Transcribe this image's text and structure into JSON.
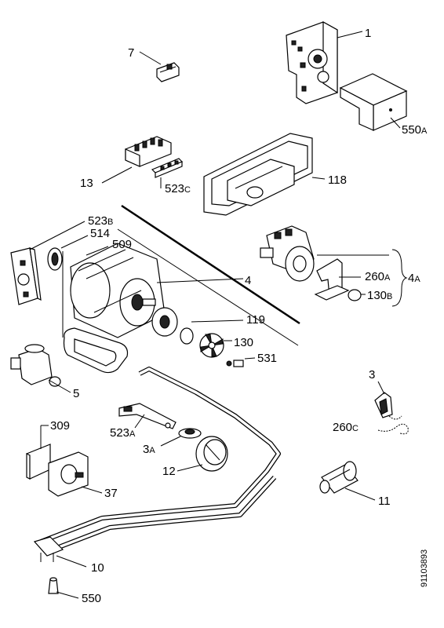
{
  "labels": {
    "p1": "1",
    "p7": "7",
    "p550a": "550",
    "p550a_sub": "A",
    "p118": "118",
    "p13": "13",
    "p523c": "523",
    "p523c_sub": "C",
    "p523b": "523",
    "p523b_sub": "B",
    "p514": "514",
    "p509": "509",
    "p4": "4",
    "p260a": "260",
    "p260a_sub": "A",
    "p4a": "4",
    "p4a_sub": "A",
    "p130b": "130",
    "p130b_sub": "B",
    "p119": "119",
    "p130": "130",
    "p531": "531",
    "p5": "5",
    "p3": "3",
    "p260c": "260",
    "p260c_sub": "C",
    "p309": "309",
    "p523a": "523",
    "p523a_sub": "A",
    "p3a": "3",
    "p3a_sub": "A",
    "p12": "12",
    "p37": "37",
    "p11": "11",
    "p10": "10",
    "p550": "550",
    "drawing_number": "91103893"
  }
}
